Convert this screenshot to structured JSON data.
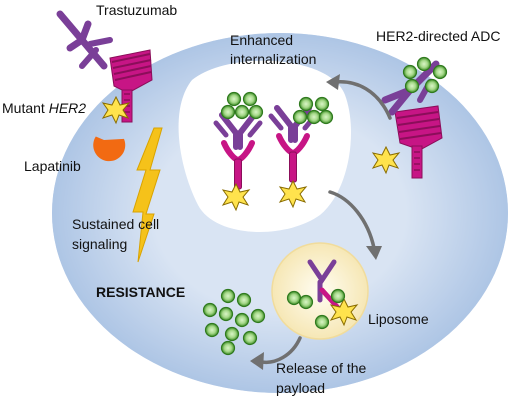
{
  "labels": {
    "trastuzumab": "Trastuzumab",
    "mutant_prefix": "Mutant ",
    "mutant_gene": "HER2",
    "lapatinib": "Lapatinib",
    "sustained_line1": "Sustained cell",
    "sustained_line2": "signaling",
    "resistance": "RESISTANCE",
    "enhanced_line1": "Enhanced",
    "enhanced_line2": "internalization",
    "her2_adc": "HER2-directed ADC",
    "liposome": "Liposome",
    "release_line1": "Release of the",
    "release_line2": "payload"
  },
  "colors": {
    "cell_outer": "#9fbbe0",
    "cell_inner": "#ffffff",
    "antibody": "#7a3f98",
    "receptor": "#c71585",
    "receptor_dark": "#8b0e5a",
    "payload": "#4a9a2e",
    "payload_light": "#b7e29a",
    "star": "#ffe34d",
    "star_stroke": "#8a6d00",
    "lapatinib": "#f26a12",
    "signal": "#f5c21a",
    "liposome": "#fff7d6",
    "arrow": "#707070"
  },
  "icons": [
    "antibody-icon",
    "her2-receptor-icon",
    "mutation-star-icon",
    "lapatinib-icon",
    "lightning-bolt-icon",
    "payload-sphere-icon",
    "liposome-icon",
    "curved-arrow-icon"
  ]
}
